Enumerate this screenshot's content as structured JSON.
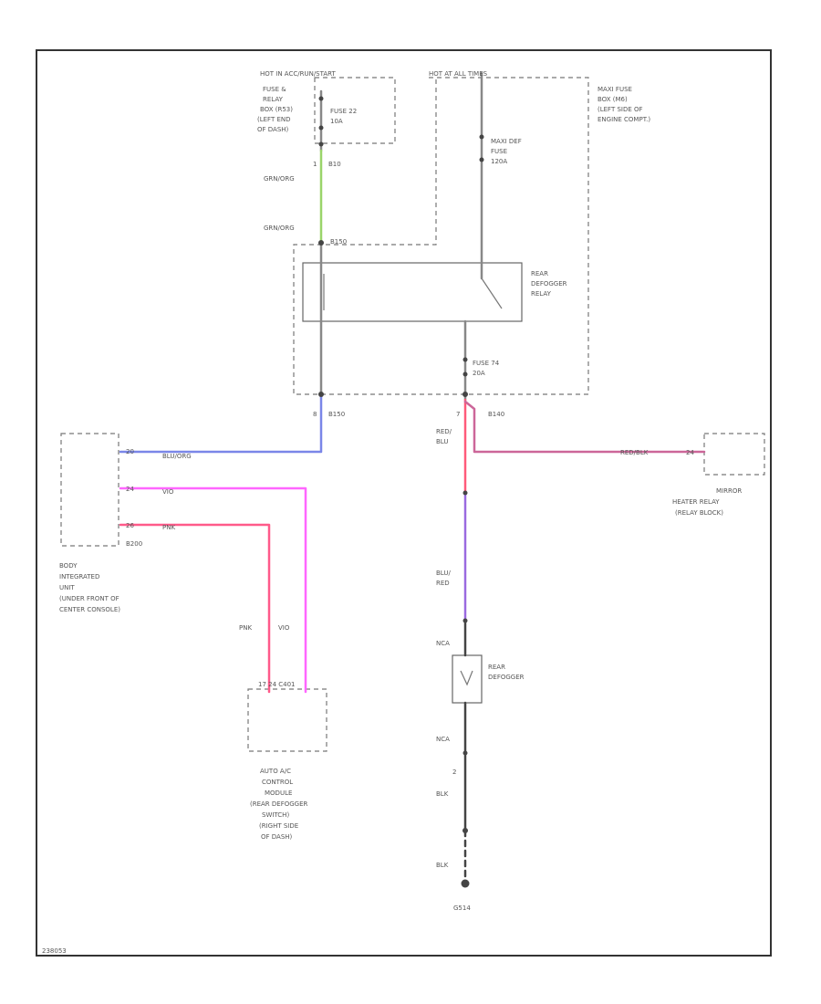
{
  "colors": {
    "frame": "#333333",
    "dashed_box": "#777777",
    "wire_gray": "#888888",
    "wire_grn_org": "#9ad46a",
    "wire_blu_org": "#7a86e8",
    "wire_vio": "#ff66ff",
    "wire_pnk": "#ff5a8a",
    "wire_red_blu": "#ff5a7a",
    "wire_blu_red": "#9a6ae0",
    "wire_red_blk": "#cc6699",
    "wire_blk": "#444444"
  },
  "labels": {
    "hot_in": "HOT IN ACC/RUN/START",
    "hot_all": "HOT AT ALL TIMES",
    "fuse_relay_box_1": "FUSE &",
    "fuse_relay_box_2": "RELAY",
    "fuse_relay_box_3": "BOX (R53)",
    "fuse_relay_box_4": "(LEFT END",
    "fuse_relay_box_5": "OF DASH)",
    "fuse_22": "FUSE 22",
    "fuse_22_amp": "10A",
    "maxi_box_1": "MAXI FUSE",
    "maxi_box_2": "BOX (M6)",
    "maxi_box_3": "(LEFT SIDE OF",
    "maxi_box_4": "ENGINE COMPT.)",
    "maxi_def_1": "MAXI DEF",
    "maxi_def_2": "FUSE",
    "maxi_def_3": "120A",
    "pin_1": "1",
    "conn_b10": "B10",
    "wire_grn_org_1": "GRN/ORG",
    "wire_grn_org_2": "GRN/ORG",
    "conn_b150_top": "B150",
    "relay_1": "REAR",
    "relay_2": "DEFOGGER",
    "relay_3": "RELAY",
    "fuse_74": "FUSE 74",
    "fuse_74_amp": "20A",
    "pin_8": "8",
    "conn_b150": "B150",
    "pin_7": "7",
    "conn_b140": "B140",
    "red_blu_1": "RED/",
    "red_blu_2": "BLU",
    "bcm_pin_20": "20",
    "bcm_pin_24": "24",
    "bcm_pin_26": "26",
    "wire_blu_org": "BLU/ORG",
    "wire_vio": "VIO",
    "wire_pnk": "PNK",
    "conn_b200": "B200",
    "bcm_1": "BODY",
    "bcm_2": "INTEGRATED",
    "bcm_3": "UNIT",
    "bcm_4": "(UNDER FRONT OF",
    "bcm_5": "CENTER CONSOLE)",
    "red_blk": "RED/BLK",
    "mirror_pin": "24",
    "mirror_1": "MIRROR",
    "mirror_2": "HEATER RELAY",
    "mirror_3": "(RELAY BLOCK)",
    "blu_red_1": "BLU/",
    "blu_red_2": "RED",
    "pnk_2": "PNK",
    "vio_2": "VIO",
    "ac_pins": "17        24     C401",
    "ac_1": "AUTO A/C",
    "ac_2": "CONTROL",
    "ac_3": "MODULE",
    "ac_4": "(REAR DEFOGGER",
    "ac_5": "SWITCH)",
    "ac_6": "(RIGHT SIDE",
    "ac_7": "OF DASH)",
    "nca_1": "NCA",
    "defogger_1": "REAR",
    "defogger_2": "DEFOGGER",
    "nca_2": "NCA",
    "pin_2": "2",
    "blk_1": "BLK",
    "blk_2": "BLK",
    "ground": "G514",
    "footer": "238053"
  }
}
